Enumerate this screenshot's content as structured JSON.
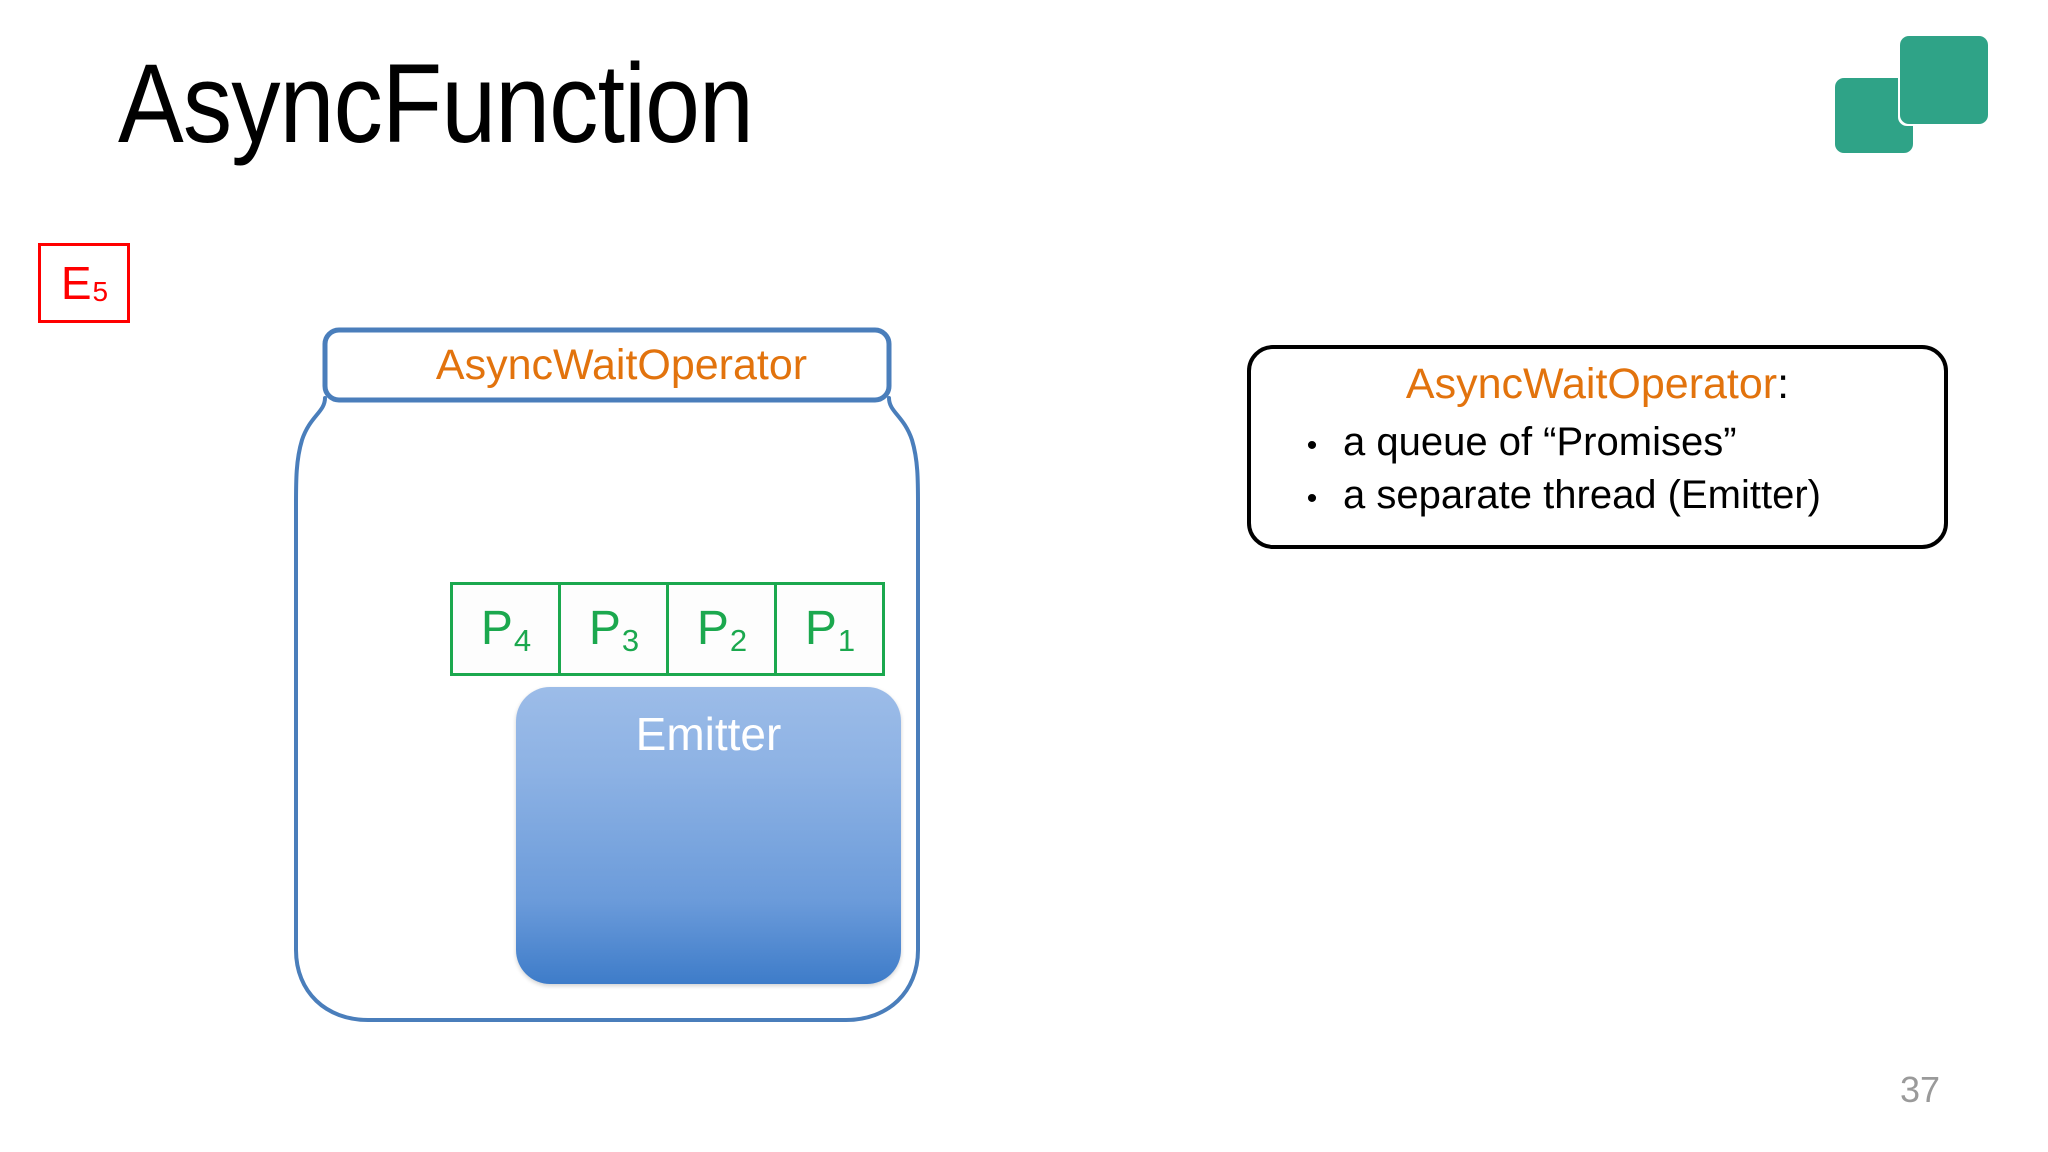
{
  "slide": {
    "title": "AsyncFunction",
    "page_number": "37",
    "background_color": "#FFFFFF"
  },
  "logo": {
    "name": "two-squares-logo",
    "color": "#2FA387"
  },
  "badge": {
    "label": "E",
    "subscript": "5",
    "color": "#FF0000"
  },
  "jar": {
    "header_label": "AsyncWaitOperator",
    "header_color": "#E2730D",
    "outline_color": "#4A7EBB",
    "queue": {
      "items": [
        {
          "label": "P",
          "subscript": "4"
        },
        {
          "label": "P",
          "subscript": "3"
        },
        {
          "label": "P",
          "subscript": "2"
        },
        {
          "label": "P",
          "subscript": "1"
        }
      ],
      "color": "#1BA84E"
    },
    "emitter": {
      "label": "Emitter",
      "text_color": "#FFFFFF",
      "fill_top": "#9CBCE8",
      "fill_bottom": "#3E7CC9"
    }
  },
  "callout": {
    "title_accent": "AsyncWaitOperator",
    "title_suffix": ":",
    "bullet_glyph": "•",
    "items": [
      "a queue of “Promises”",
      "a separate thread (Emitter)"
    ],
    "border_color": "#000000",
    "accent_color": "#E2730D"
  }
}
